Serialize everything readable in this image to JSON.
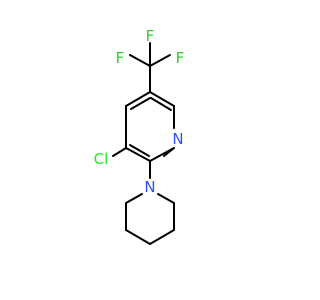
{
  "molecule": {
    "colors": {
      "bond": "#000000",
      "F": "#33CC33",
      "Cl": "#1FF01F",
      "N": "#3050F8"
    },
    "atoms": {
      "F_top": "F",
      "F_left": "F",
      "F_right": "F",
      "N_ring": "N",
      "Cl": "Cl",
      "N_piperidine": "N"
    }
  }
}
